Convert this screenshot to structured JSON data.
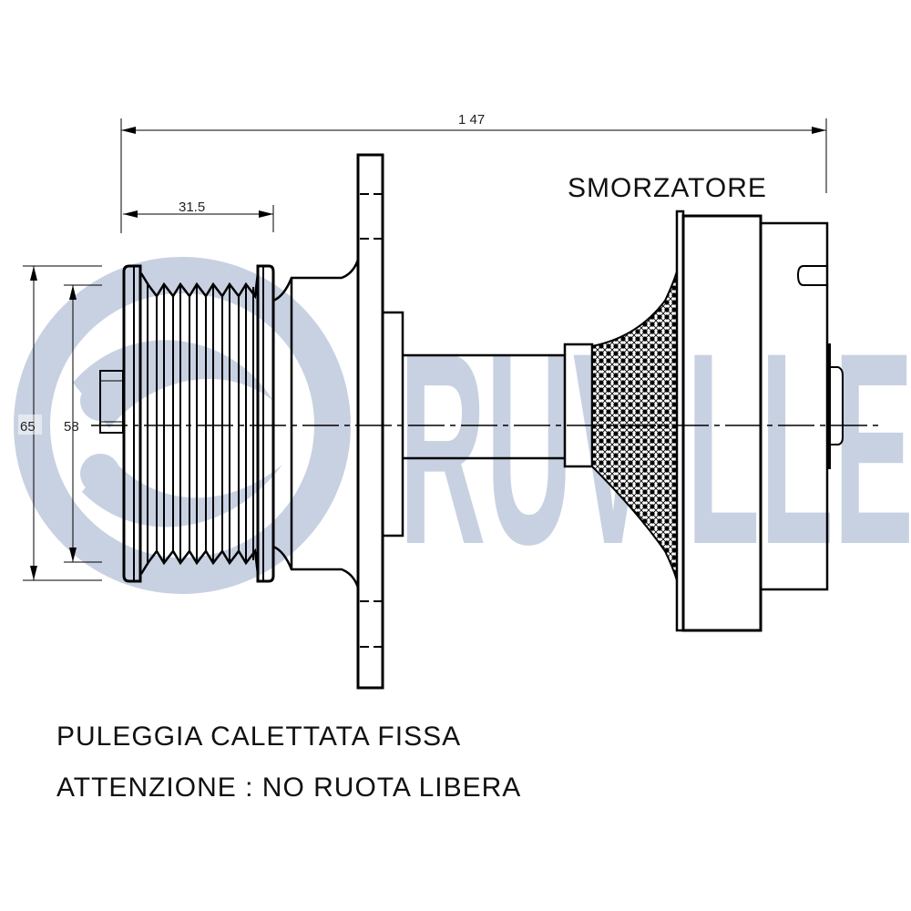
{
  "watermark": {
    "brand": "RUVILLE",
    "color": "#c8d1e2"
  },
  "dimensions": {
    "overall_length": "1 47",
    "pulley_width": "31.5",
    "outer_diameter": "65",
    "inner_diameter": "58"
  },
  "labels": {
    "damper": "SMORZATORE",
    "note_line1": "PULEGGIA CALETTATA FISSA",
    "note_line2": "ATTENZIONE : NO RUOTA LIBERA"
  }
}
